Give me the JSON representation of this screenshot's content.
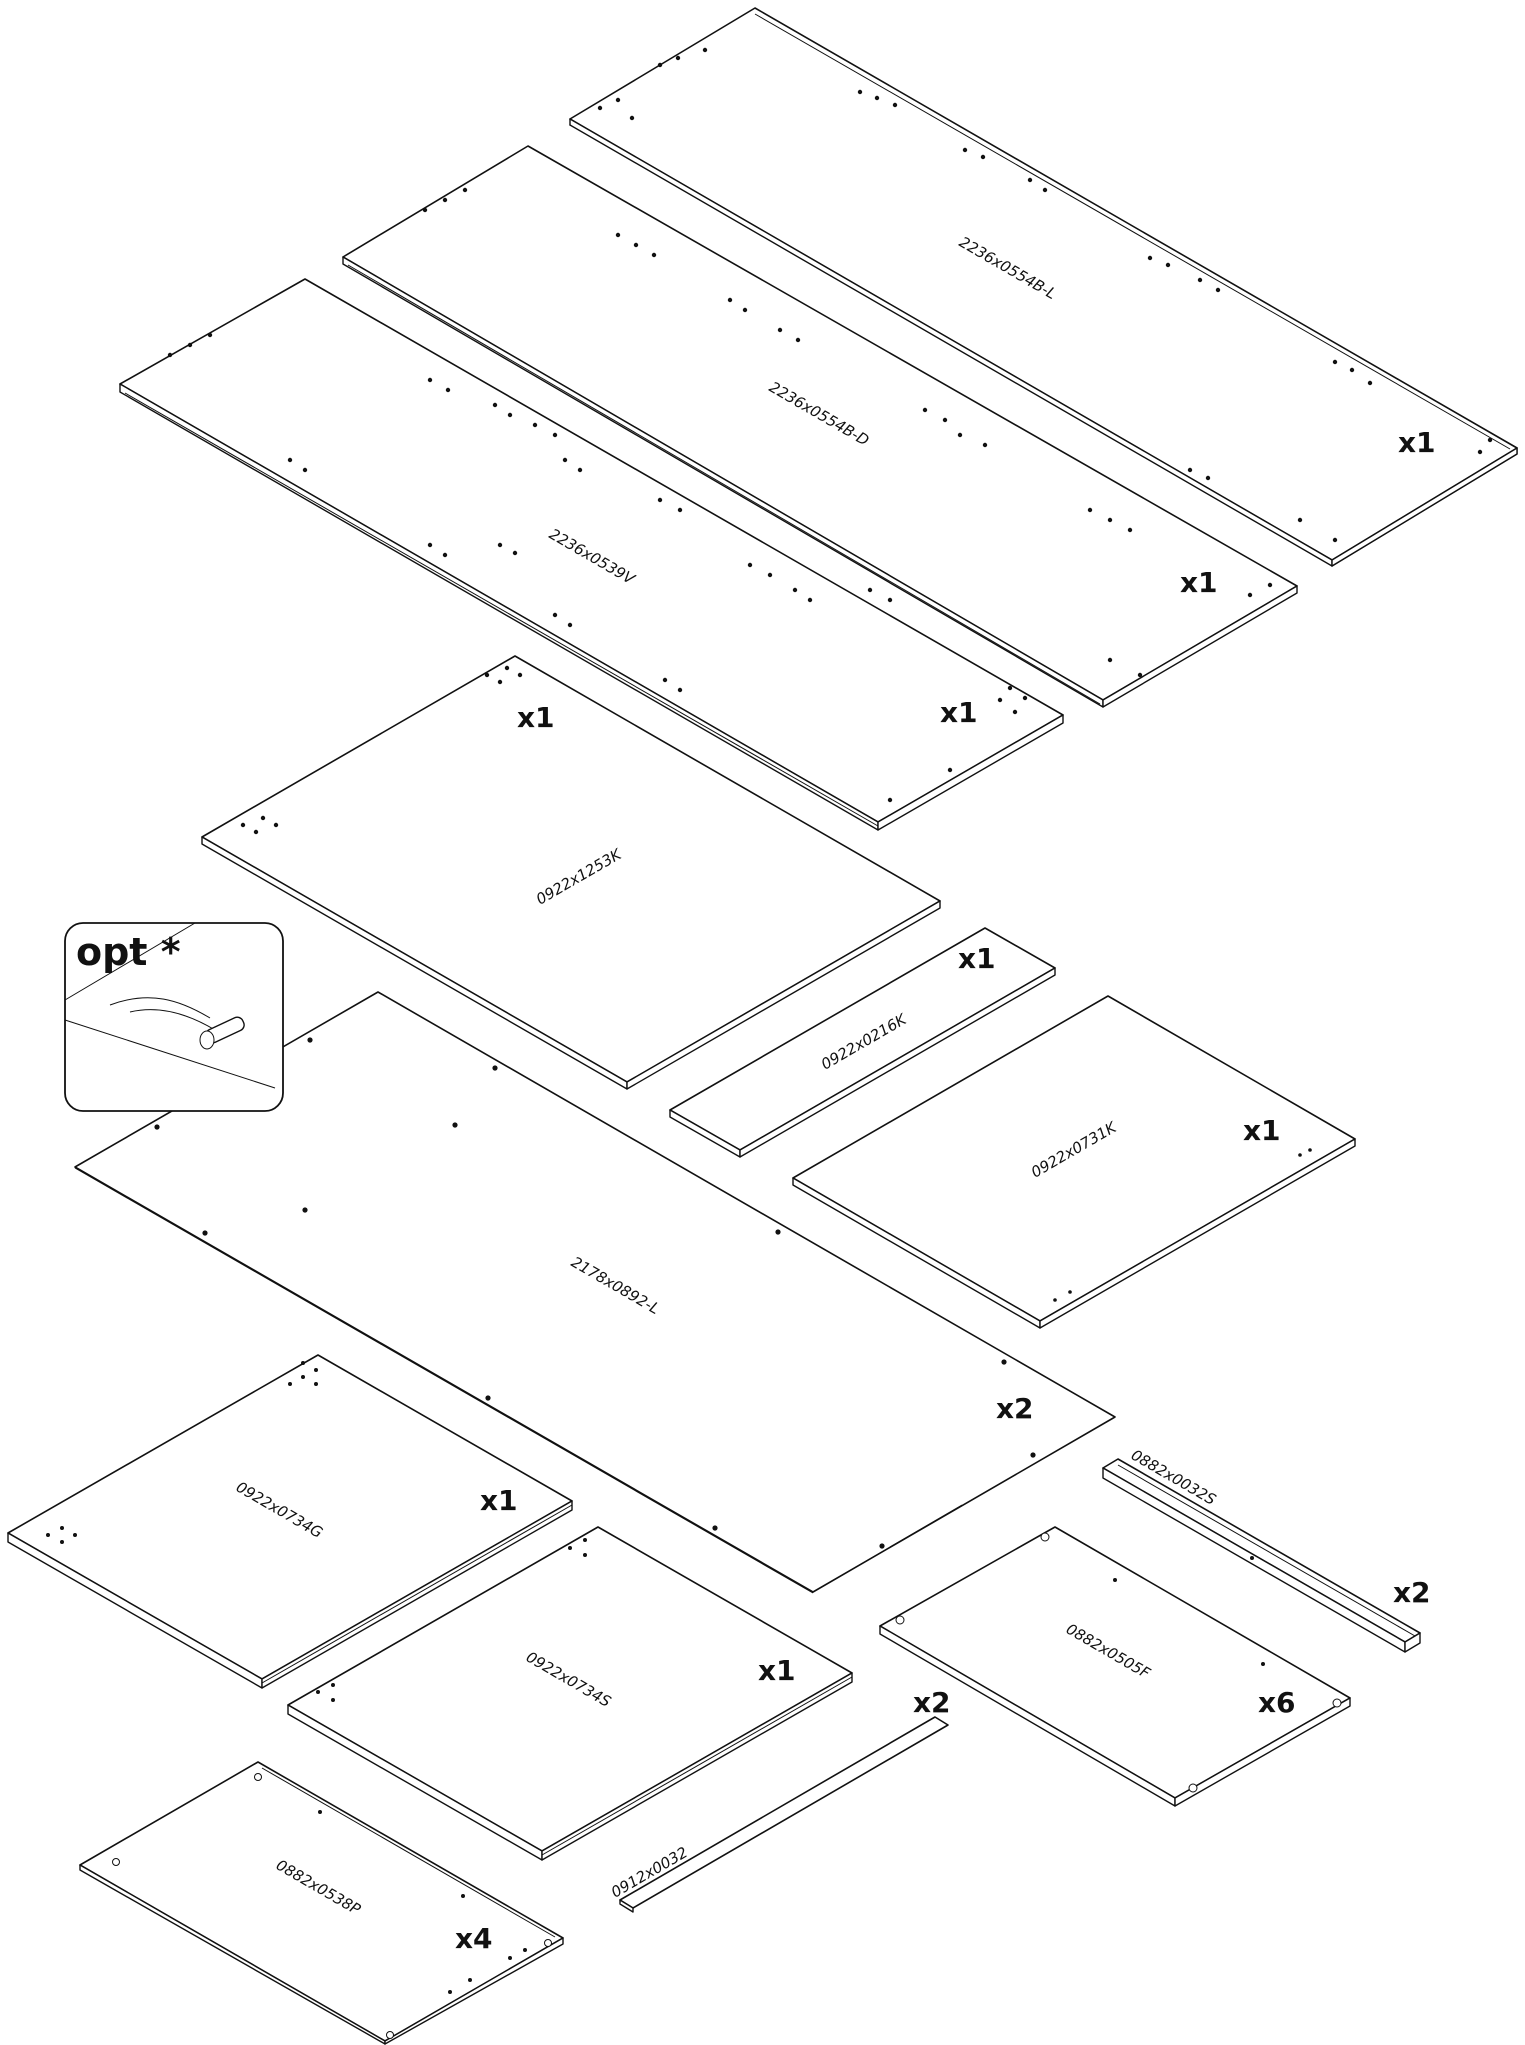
{
  "panels": [
    {
      "code": "2236x0554B-L",
      "qty": "x1"
    },
    {
      "code": "2236x0554B-D",
      "qty": "x1"
    },
    {
      "code": "2236x0539V",
      "qty": "x1"
    },
    {
      "code": "0922x1253K",
      "qty": "x1"
    },
    {
      "code": "0922x0216K",
      "qty": "x1"
    },
    {
      "code": "0922x0731K",
      "qty": "x1"
    },
    {
      "code": "2178x0892-L",
      "qty": "x2"
    },
    {
      "code": "0922x0734G",
      "qty": "x1"
    },
    {
      "code": "0922x0734S",
      "qty": "x1"
    },
    {
      "code": "0882x0032S",
      "qty": "x2"
    },
    {
      "code": "0882x0505F",
      "qty": "x6"
    },
    {
      "code": "0912x0032",
      "qty": "x2"
    },
    {
      "code": "0882x0538P",
      "qty": "x4"
    }
  ],
  "option_inset": {
    "label": "opt *"
  }
}
